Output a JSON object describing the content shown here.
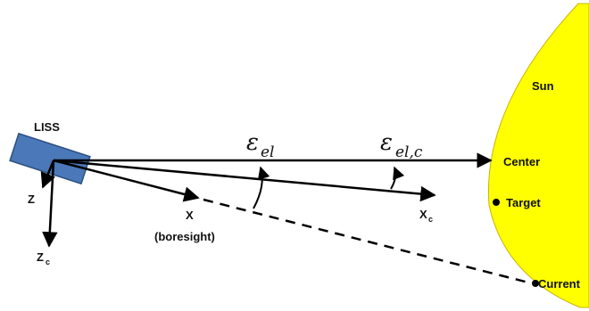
{
  "diagram": {
    "sensor_label": "LISS",
    "sun_label": "Sun",
    "center_label": "Center",
    "target_label": "Target",
    "current_label": "Current",
    "x_label": "X",
    "boresight_label": "(boresight)",
    "xc_label": "X",
    "xc_sub": "c",
    "z_label": "Z",
    "zc_label": "Z",
    "zc_sub": "c",
    "eps_el_main": "ε",
    "eps_el_sub": "el",
    "eps_elc_main": "ε",
    "eps_elc_sub": "el,c",
    "colors": {
      "sun_fill": "#ffff00",
      "sun_stroke": "#c8b400",
      "sensor_fill": "#4a78b8",
      "sensor_stroke": "#2c4f80",
      "line": "#000000"
    }
  }
}
